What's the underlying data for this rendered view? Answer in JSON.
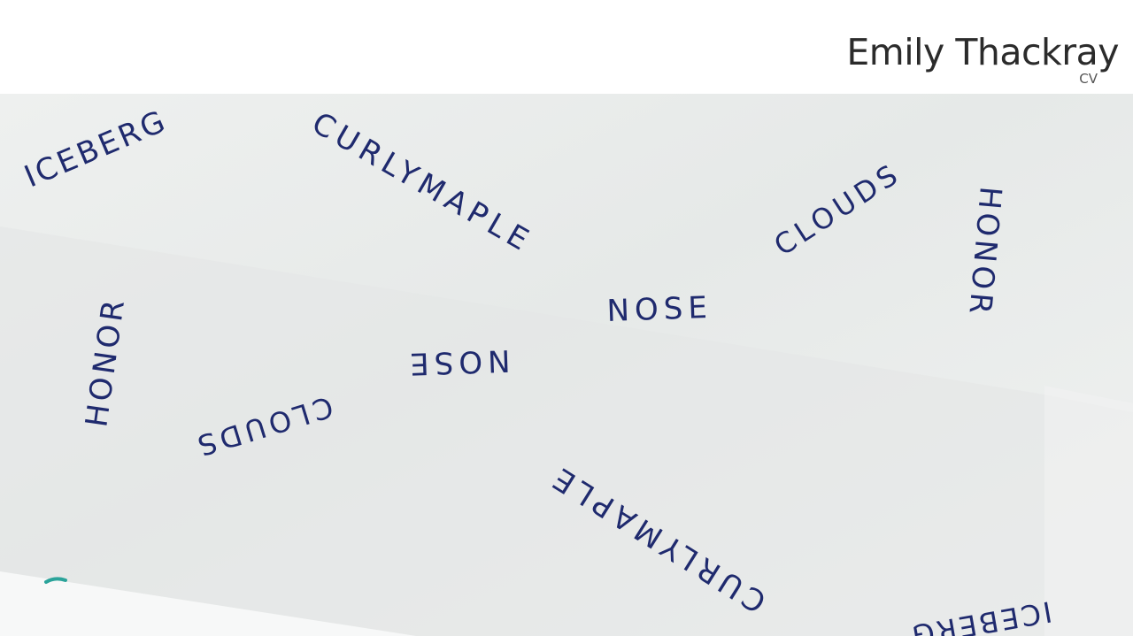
{
  "header": {
    "name": "Emily Thackray",
    "subtitle": "CV"
  },
  "photo": {
    "ink_color": "#1f2a6e",
    "paper_color": "#e9eceb",
    "words": {
      "iceberg_top": "ICEBERG",
      "curlymaple_top": "CURLYMAPLE",
      "clouds_top": "CLOUDS",
      "honor_right": "HONOR",
      "nose_top": "NOSE",
      "honor_left": "HONOR",
      "nose_bottom": "NOSE",
      "clouds_bottom": "CLOUDS",
      "curlymaple_bottom": "CURLYMAPLE",
      "iceberg_bottom": "ICEBERG"
    }
  }
}
